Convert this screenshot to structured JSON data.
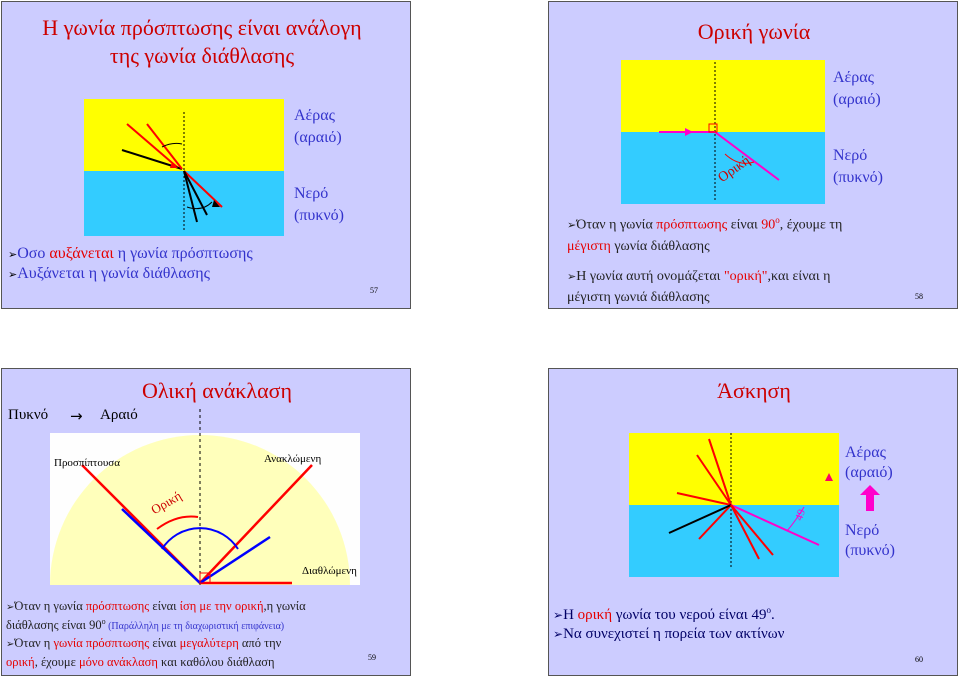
{
  "slides": [
    {
      "title": "Η γωνία πρόσπτωσης είναι ανάλογη της γωνία διάθλασης",
      "air": "Αέρας",
      "air_sub": "(αραιό)",
      "water": "Νερό",
      "water_sub": "(πυκνό)",
      "bullet1_pre": "Οσο ",
      "bullet1_hl": "αυξάνεται",
      "bullet1_post": " η γωνία πρόσπτωσης",
      "bullet2": "Αυξάνεται η γωνία διάθλασης",
      "page": "57"
    },
    {
      "title": "Ορική γωνία",
      "air": "Αέρας",
      "air_sub": "(αραιό)",
      "water": "Νερό",
      "water_sub": "(πυκνό)",
      "angle_label": "Ορική",
      "b1_a": "Όταν η γωνία ",
      "b1_b": "πρόσπτωσης",
      "b1_c": " είναι ",
      "b1_d": "90",
      "b1_e": "ο",
      "b1_f": ", έχουμε τη",
      "b1_line2a": "μέγιστη",
      "b1_line2b": " γωνία διάθλασης",
      "b2_a": "Η γωνία αυτή ονομάζεται ",
      "b2_b": "\"ορική\"",
      "b2_c": ",και είναι η",
      "b2_line2": "μέγιστη γωνιά διάθλασης",
      "page": "58"
    },
    {
      "title": "Ολική ανάκλαση",
      "dense": "Πυκνό",
      "rare": "Αραιό",
      "incident": "Προσπίπτουσα",
      "reflected": "Ανακλώμενη",
      "refracted": "Διαθλώμενη",
      "angle_label": "Ορική",
      "l1a": "Όταν η γωνία ",
      "l1b": "πρόσπτωσης",
      "l1c": " είναι ",
      "l1d": "ίση με την ορική",
      "l1e": ",η γωνία",
      "l2a": "διάθλασης είναι ",
      "l2b": "90",
      "l2c": "ο",
      "l2d": " (Παράλληλη με τη διαχωριστική επιφάνεια)",
      "l3a": "Όταν η ",
      "l3b": "γωνία πρόσπτωσης",
      "l3c": " είναι ",
      "l3d": "μεγαλύτερη",
      "l3e": " από την",
      "l4a": "ορική",
      "l4b": ", έχουμε ",
      "l4c": "μόνο ανάκλαση",
      "l4d": " και καθόλου διάθλαση",
      "page": "59"
    },
    {
      "title": "Άσκηση",
      "air": "Αέρας",
      "air_sub": "(αραιό)",
      "water": "Νερό",
      "water_sub": "(πυκνό)",
      "angle_label": "49",
      "b1a": "Η ",
      "b1b": "ορική",
      "b1c": " γωνία του νερού είναι 49",
      "b1d": "ο",
      "b1e": ".",
      "b2": "Να συνεχιστεί η πορεία των ακτίνων",
      "page": "60"
    }
  ],
  "colors": {
    "air": "#ffff00",
    "water": "#33ccff",
    "title": "#cc0000",
    "label": "#3333cc",
    "highlight": "#e60000",
    "ray": "#ff00cc"
  }
}
